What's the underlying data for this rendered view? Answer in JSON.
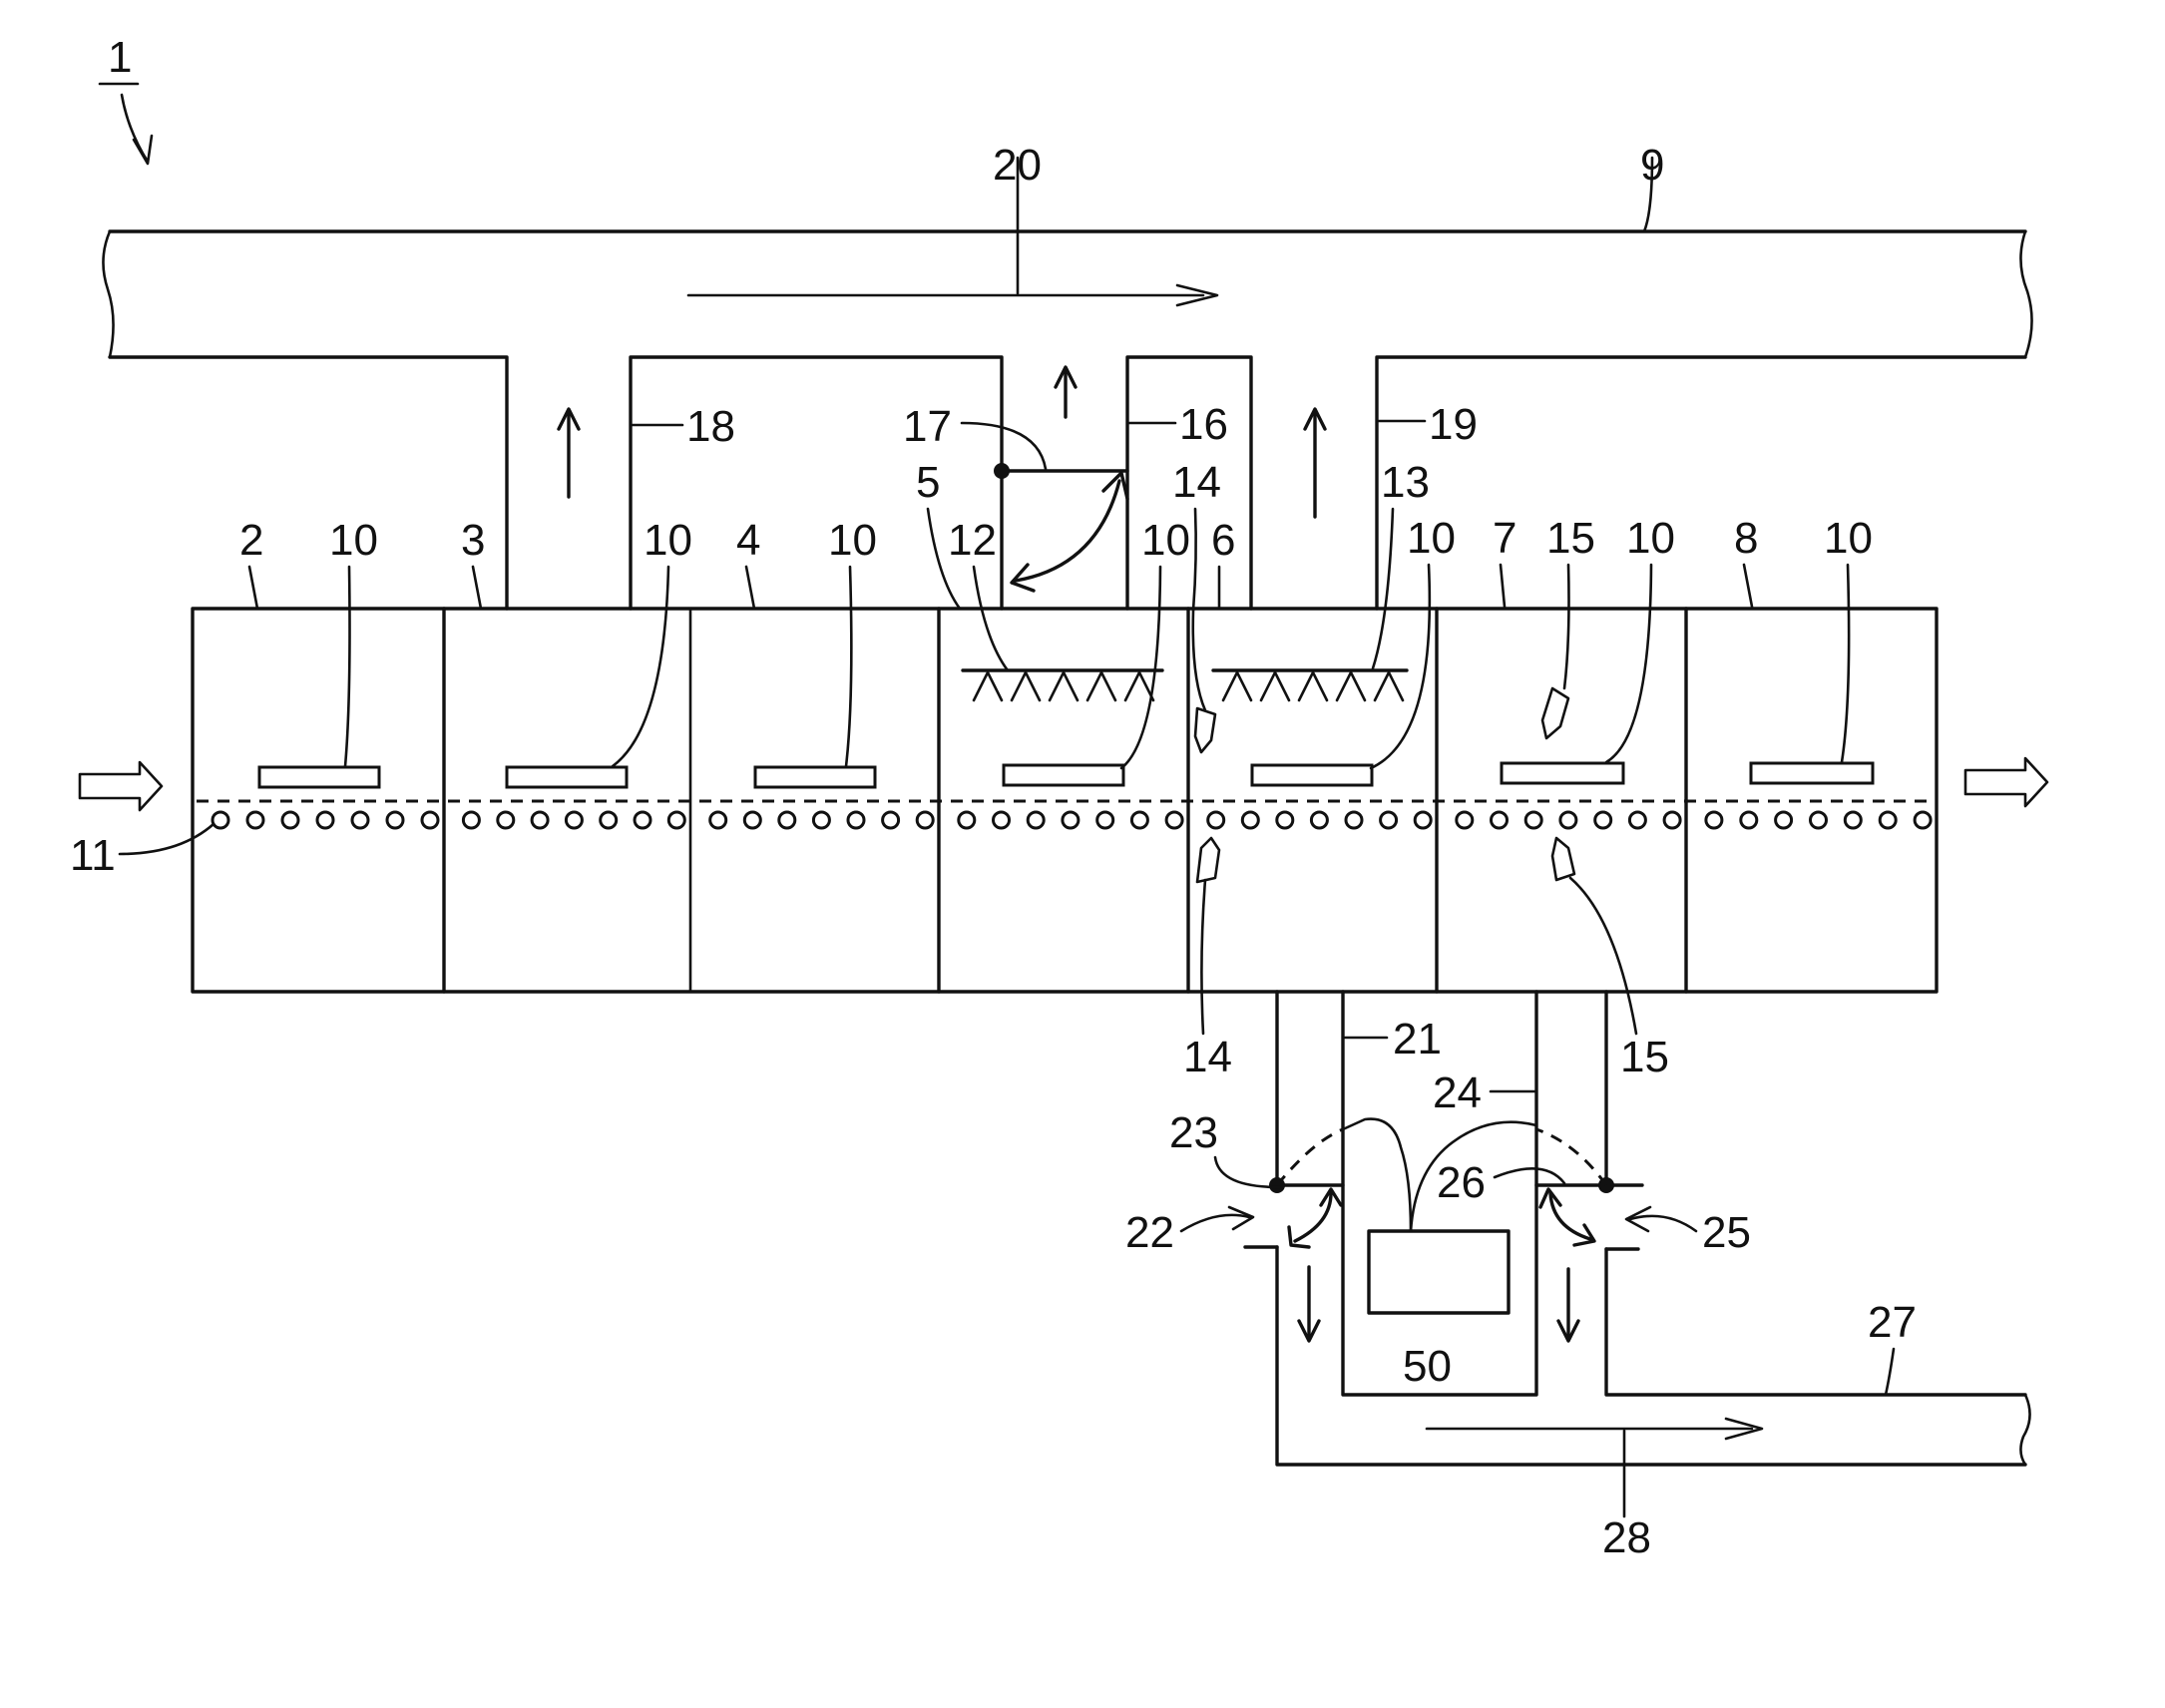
{
  "figure_label": "1",
  "labels": {
    "l20": "20",
    "l9": "9",
    "l18": "18",
    "l17": "17",
    "l16": "16",
    "l19": "19",
    "l2": "2",
    "l3": "3",
    "l4": "4",
    "l5": "5",
    "l6": "6",
    "l7": "7",
    "l8": "8",
    "l12": "12",
    "l13": "13",
    "l14_top": "14",
    "l15_top": "15",
    "l11": "11",
    "l14_bottom": "14",
    "l15_bottom": "15",
    "l21": "21",
    "l24": "24",
    "l23": "23",
    "l26": "26",
    "l22": "22",
    "l25": "25",
    "l50": "50",
    "l27": "27",
    "l28": "28",
    "workpiece": "10"
  }
}
